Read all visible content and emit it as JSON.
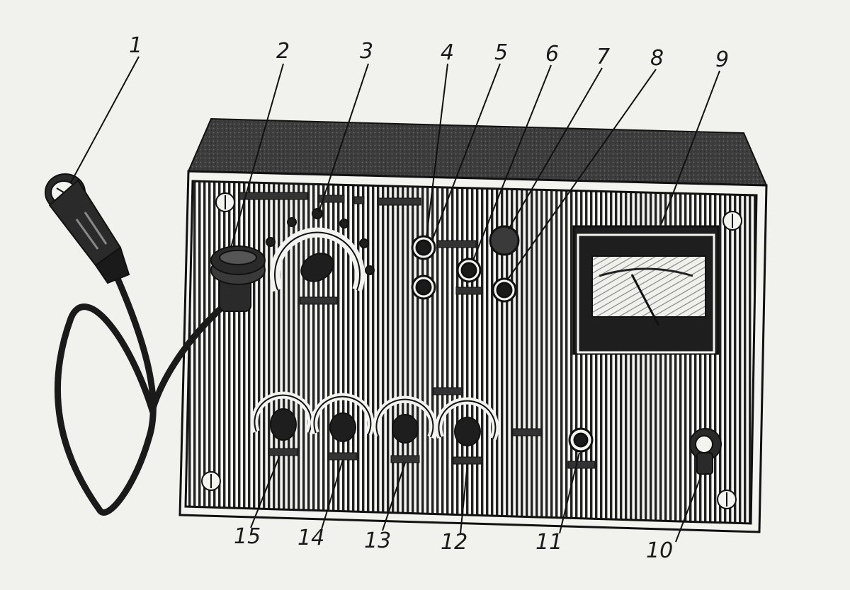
{
  "callouts": [
    {
      "id": "1",
      "text": "1"
    },
    {
      "id": "2",
      "text": "2"
    },
    {
      "id": "3",
      "text": "3"
    },
    {
      "id": "4",
      "text": "4"
    },
    {
      "id": "5",
      "text": "5"
    },
    {
      "id": "6",
      "text": "6"
    },
    {
      "id": "7",
      "text": "7"
    },
    {
      "id": "8",
      "text": "8"
    },
    {
      "id": "9",
      "text": "9"
    },
    {
      "id": "10",
      "text": "10"
    },
    {
      "id": "11",
      "text": "11"
    },
    {
      "id": "12",
      "text": "12"
    },
    {
      "id": "13",
      "text": "13"
    },
    {
      "id": "14",
      "text": "14"
    },
    {
      "id": "15",
      "text": "15"
    }
  ],
  "colors": {
    "paper": "#f1f1ee",
    "ink": "#1a1a1a",
    "panel_top": "#3a3a3a",
    "meter_face": "#eeeeea"
  }
}
